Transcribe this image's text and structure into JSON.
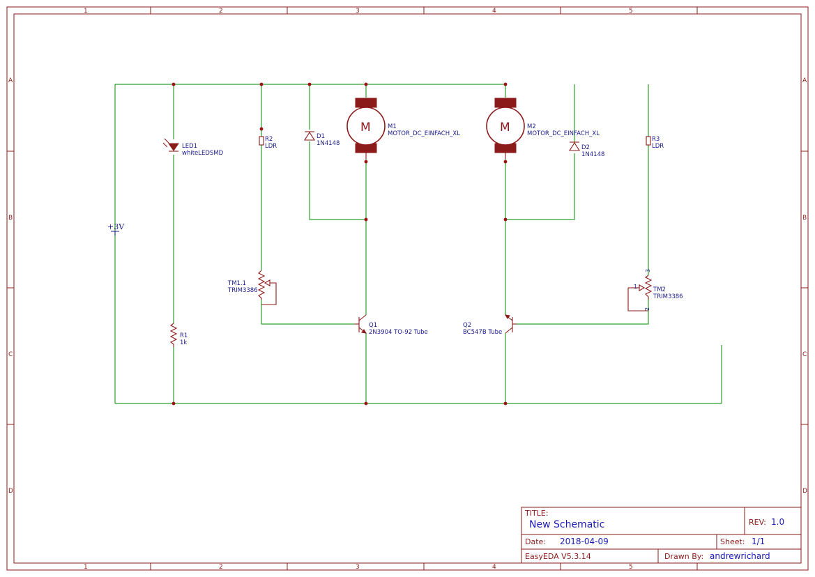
{
  "frame": {
    "columns": [
      "1",
      "2",
      "3",
      "4",
      "5"
    ],
    "rows": [
      "A",
      "B",
      "C",
      "D"
    ]
  },
  "components": {
    "led1": {
      "ref": "LED1",
      "value": "whiteLEDSMD"
    },
    "r1": {
      "ref": "R1",
      "value": "1k"
    },
    "r2": {
      "ref": "R2",
      "value": "LDR"
    },
    "d1": {
      "ref": "D1",
      "value": "1N4148"
    },
    "m1": {
      "ref": "M1",
      "value": "MOTOR_DC_EINFACH_XL",
      "symbol": "M"
    },
    "m2": {
      "ref": "M2",
      "value": "MOTOR_DC_EINFACH_XL",
      "symbol": "M"
    },
    "d2": {
      "ref": "D2",
      "value": "1N4148"
    },
    "r3": {
      "ref": "R3",
      "value": "LDR"
    },
    "tm11": {
      "ref": "TM1.1",
      "value": "TRIM3386"
    },
    "tm2": {
      "ref": "TM2",
      "value": "TRIM3386",
      "pin1": "1",
      "pin2": "2",
      "pin3": "3"
    },
    "q1": {
      "ref": "Q1",
      "value": "2N3904 TO-92 Tube"
    },
    "q2": {
      "ref": "Q2",
      "value": "BC547B Tube"
    },
    "power": {
      "label": "+3V"
    }
  },
  "title_block": {
    "title_label": "TITLE:",
    "title": "New Schematic",
    "rev_label": "REV:",
    "rev": "1.0",
    "date_label": "Date:",
    "date": "2018-04-09",
    "sheet_label": "Sheet:",
    "sheet": "1/1",
    "software": "EasyEDA V5.3.14",
    "drawn_label": "Drawn By:",
    "drawn_by": "andrewrichard"
  }
}
